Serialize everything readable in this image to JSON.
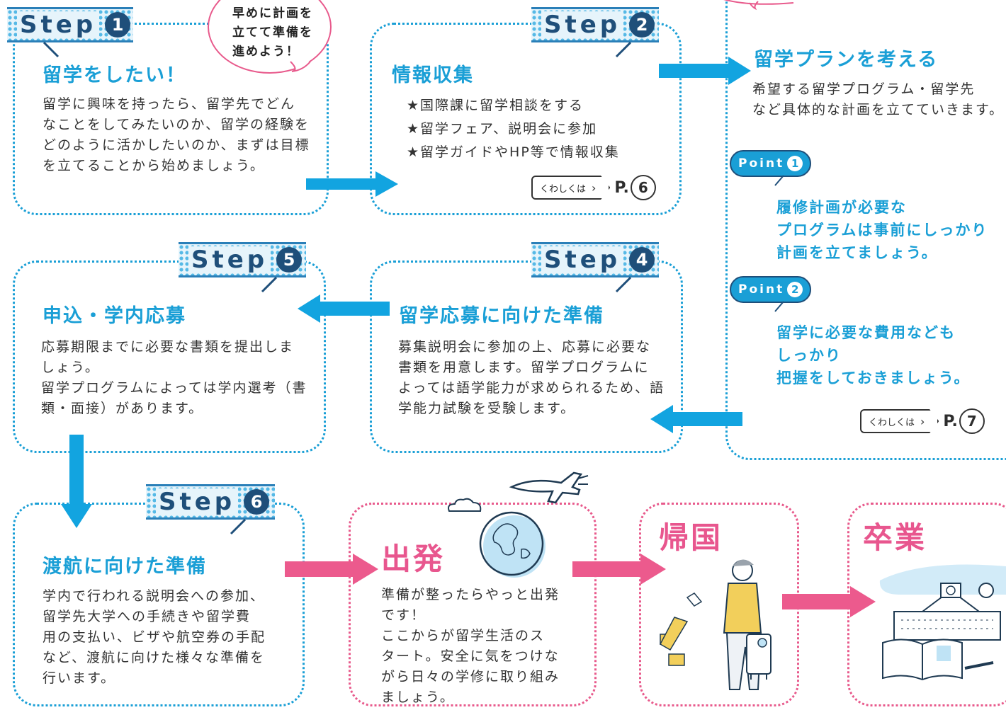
{
  "step1": {
    "step_word": "Step",
    "step_num": "1",
    "title": "留学をしたい！",
    "body": [
      "留学に興味を持ったら、留学先でどん",
      "なことをしてみたいのか、留学の経験を",
      "どのように活かしたいのか、まずは目標",
      "を立てることから始めましょう。"
    ],
    "bubble": [
      "早めに計画を",
      "立てて準備を",
      "進めよう！"
    ]
  },
  "step2": {
    "step_word": "Step",
    "step_num": "2",
    "title": "情報収集",
    "bullets": [
      "★国際課に留学相談をする",
      "★留学フェア、説明会に参加",
      "★留学ガイドやHP等で情報収集"
    ],
    "ref": {
      "label": "くわしくは",
      "prefix": "P.",
      "page": "6"
    }
  },
  "step3": {
    "title": "留学プランを考える",
    "body": [
      "希望する留学プログラム・留学先",
      "など具体的な計画を立てていきます。"
    ],
    "points": [
      {
        "label": "Point",
        "num": "1",
        "text": [
          "履修計画が必要な",
          "プログラムは事前にしっかり",
          "計画を立てましょう。"
        ]
      },
      {
        "label": "Point",
        "num": "2",
        "text": [
          "留学に必要な費用なども",
          "しっかり",
          "把握をしておきましょう。"
        ]
      }
    ],
    "ref": {
      "label": "くわしくは",
      "prefix": "P.",
      "page": "7"
    }
  },
  "step4": {
    "step_word": "Step",
    "step_num": "4",
    "title": "留学応募に向けた準備",
    "body": [
      "募集説明会に参加の上、応募に必要な",
      "書類を用意します。留学プログラムに",
      "よっては語学能力が求められるため、語",
      "学能力試験を受験します。"
    ]
  },
  "step5": {
    "step_word": "Step",
    "step_num": "5",
    "title": "申込・学内応募",
    "body": [
      "応募期限までに必要な書類を提出しま",
      "しょう。",
      "留学プログラムによっては学内選考（書",
      "類・面接）があります。"
    ]
  },
  "step6": {
    "step_word": "Step",
    "step_num": "6",
    "title": "渡航に向けた準備",
    "body": [
      "学内で行われる説明会への参加、",
      "留学先大学への手続きや留学費",
      "用の支払い、ビザや航空券の手配",
      "など、渡航に向けた様々な準備を",
      "行います。"
    ]
  },
  "departure": {
    "title": "出発",
    "body": [
      "準備が整ったらやっと出発",
      "です！",
      "ここからが留学生活のス",
      "タート。安全に気をつけな",
      "がら日々の学修に取り組み",
      "ましょう。"
    ]
  },
  "return": {
    "title": "帰国"
  },
  "graduation": {
    "title": "卒業"
  },
  "colors": {
    "blue": "#1a9fd6",
    "navy": "#1f4f7a",
    "pink": "#e8568e",
    "yellow": "#f2cf5b"
  }
}
